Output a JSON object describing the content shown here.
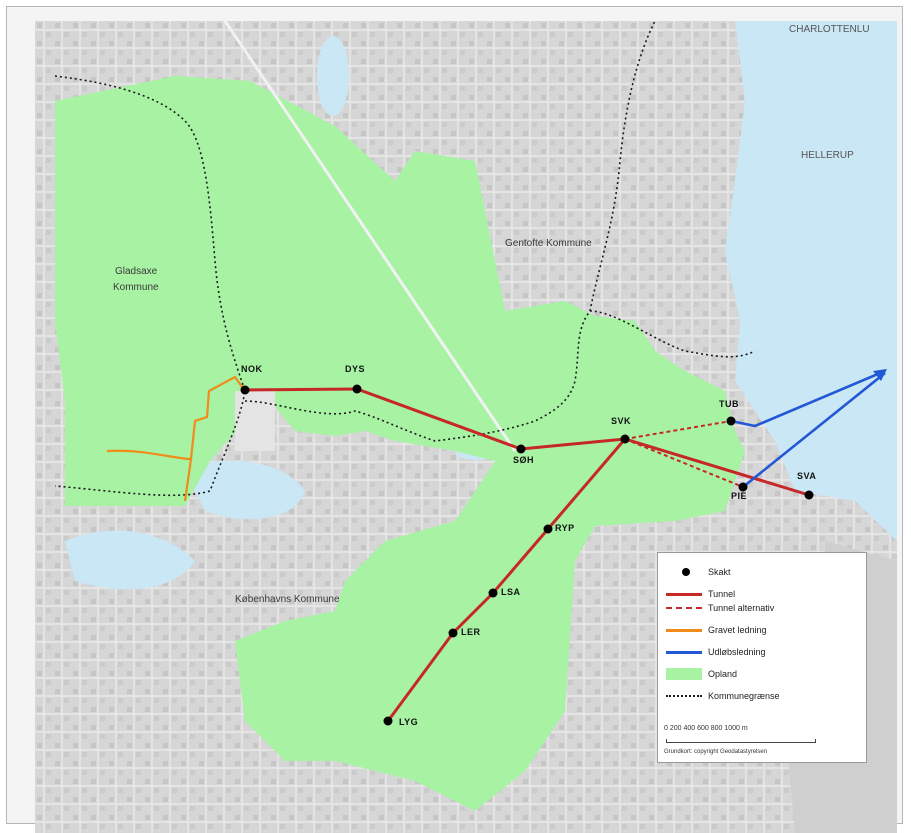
{
  "areas": {
    "charlottenlund": "CHARLOTTENLU",
    "hellerup": "HELLERUP",
    "gentofte": "Gentofte Kommune",
    "gladsaxe_line1": "Gladsaxe",
    "gladsaxe_line2": "Kommune",
    "kobenhavn": "Københavns Kommune"
  },
  "stations": [
    {
      "id": "NOK",
      "label": "NOK"
    },
    {
      "id": "DYS",
      "label": "DYS"
    },
    {
      "id": "SOH",
      "label": "SØH"
    },
    {
      "id": "SVK",
      "label": "SVK"
    },
    {
      "id": "TUB",
      "label": "TUB"
    },
    {
      "id": "PIE",
      "label": "PIE"
    },
    {
      "id": "SVA",
      "label": "SVA"
    },
    {
      "id": "RYP",
      "label": "RYP"
    },
    {
      "id": "LSA",
      "label": "LSA"
    },
    {
      "id": "LER",
      "label": "LER"
    },
    {
      "id": "LYG",
      "label": "LYG"
    }
  ],
  "legend": {
    "items": [
      {
        "label": "Skakt",
        "symbol": "dot"
      },
      {
        "label": "Tunnel",
        "symbol": "line-red"
      },
      {
        "label": "Tunnel alternativ",
        "symbol": "dash-red"
      },
      {
        "label": "Gravet ledning",
        "symbol": "line-orange"
      },
      {
        "label": "Udløbsledning",
        "symbol": "line-blue"
      },
      {
        "label": "Opland",
        "symbol": "area-green"
      },
      {
        "label": "Kommunegrænse",
        "symbol": "dotted-black"
      }
    ],
    "scale": "0   200  400  600  800 1000 m",
    "credit": "Grundkort: copyright Geodatastyrelsen"
  },
  "colors": {
    "land": "#d4d4d4",
    "water": "#c9e7f4",
    "opland": "#a8f2a4",
    "tunnel": "#c62828",
    "gravet": "#f08c1a",
    "udlob": "#2257d6",
    "border": "#1a1a1a"
  }
}
